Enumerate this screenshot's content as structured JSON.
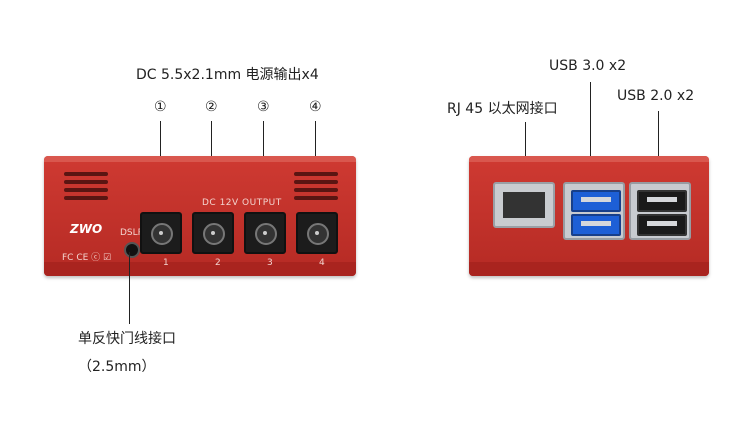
{
  "left_labels": {
    "dc_output": "DC 5.5x2.1mm 电源输出x4",
    "port_nums": [
      "①",
      "②",
      "③",
      "④"
    ],
    "shutter": "单反快门线接口",
    "shutter_size": "（2.5mm）"
  },
  "left_device": {
    "logo": "ZWO",
    "dslr": "DSLR",
    "output_title": "DC 12V OUTPUT",
    "port_labels": [
      "1",
      "2",
      "3",
      "4"
    ],
    "marks": "FC CE ⓒ ☑"
  },
  "right_labels": {
    "rj45": "RJ 45 以太网接口",
    "usb3": "USB 3.0 x2",
    "usb2": "USB 2.0 x2"
  },
  "colors": {
    "case_red": "#c2312b",
    "usb3_blue": "#1d5fd6"
  }
}
